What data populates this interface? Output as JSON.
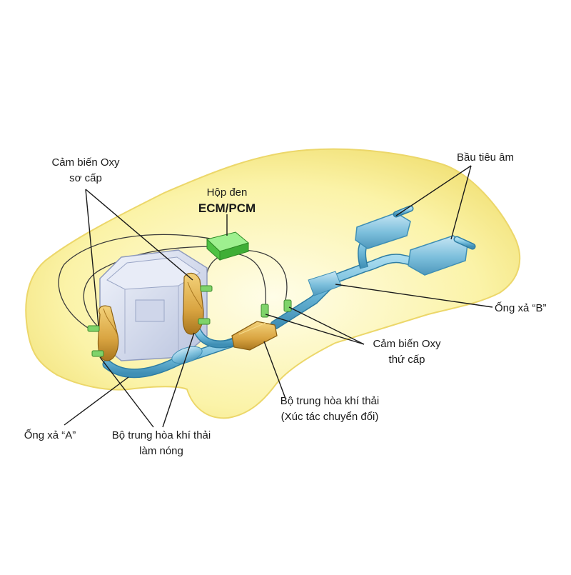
{
  "labels": {
    "primary_o2_sensor_line1": "Cảm biến Oxy",
    "primary_o2_sensor_line2": "sơ cấp",
    "ecm_box_line1": "Hộp đen",
    "ecm_box_line2": "ECM/PCM",
    "muffler": "Bầu tiêu âm",
    "exhaust_pipe_b": "Ống xả “B”",
    "secondary_o2_sensor_line1": "Cảm biến Oxy",
    "secondary_o2_sensor_line2": "thứ cấp",
    "catalytic_converter_line1": "Bộ trung hòa khí thải",
    "catalytic_converter_line2": "(Xúc tác chuyển đổi)",
    "exhaust_pipe_a": "Ống xả “A”",
    "warmup_converter_line1": "Bộ trung hòa khí thải",
    "warmup_converter_line2": "làm nóng"
  },
  "colors": {
    "car_body": "#fbf3a8",
    "car_outline": "#e9d66a",
    "pipe": "#6fb9d9",
    "pipe_dark": "#3f8fb5",
    "engine": "#d9dff0",
    "converter": "#d9a441",
    "sensor": "#7fd36a",
    "ecm": "#6cdc6a"
  }
}
